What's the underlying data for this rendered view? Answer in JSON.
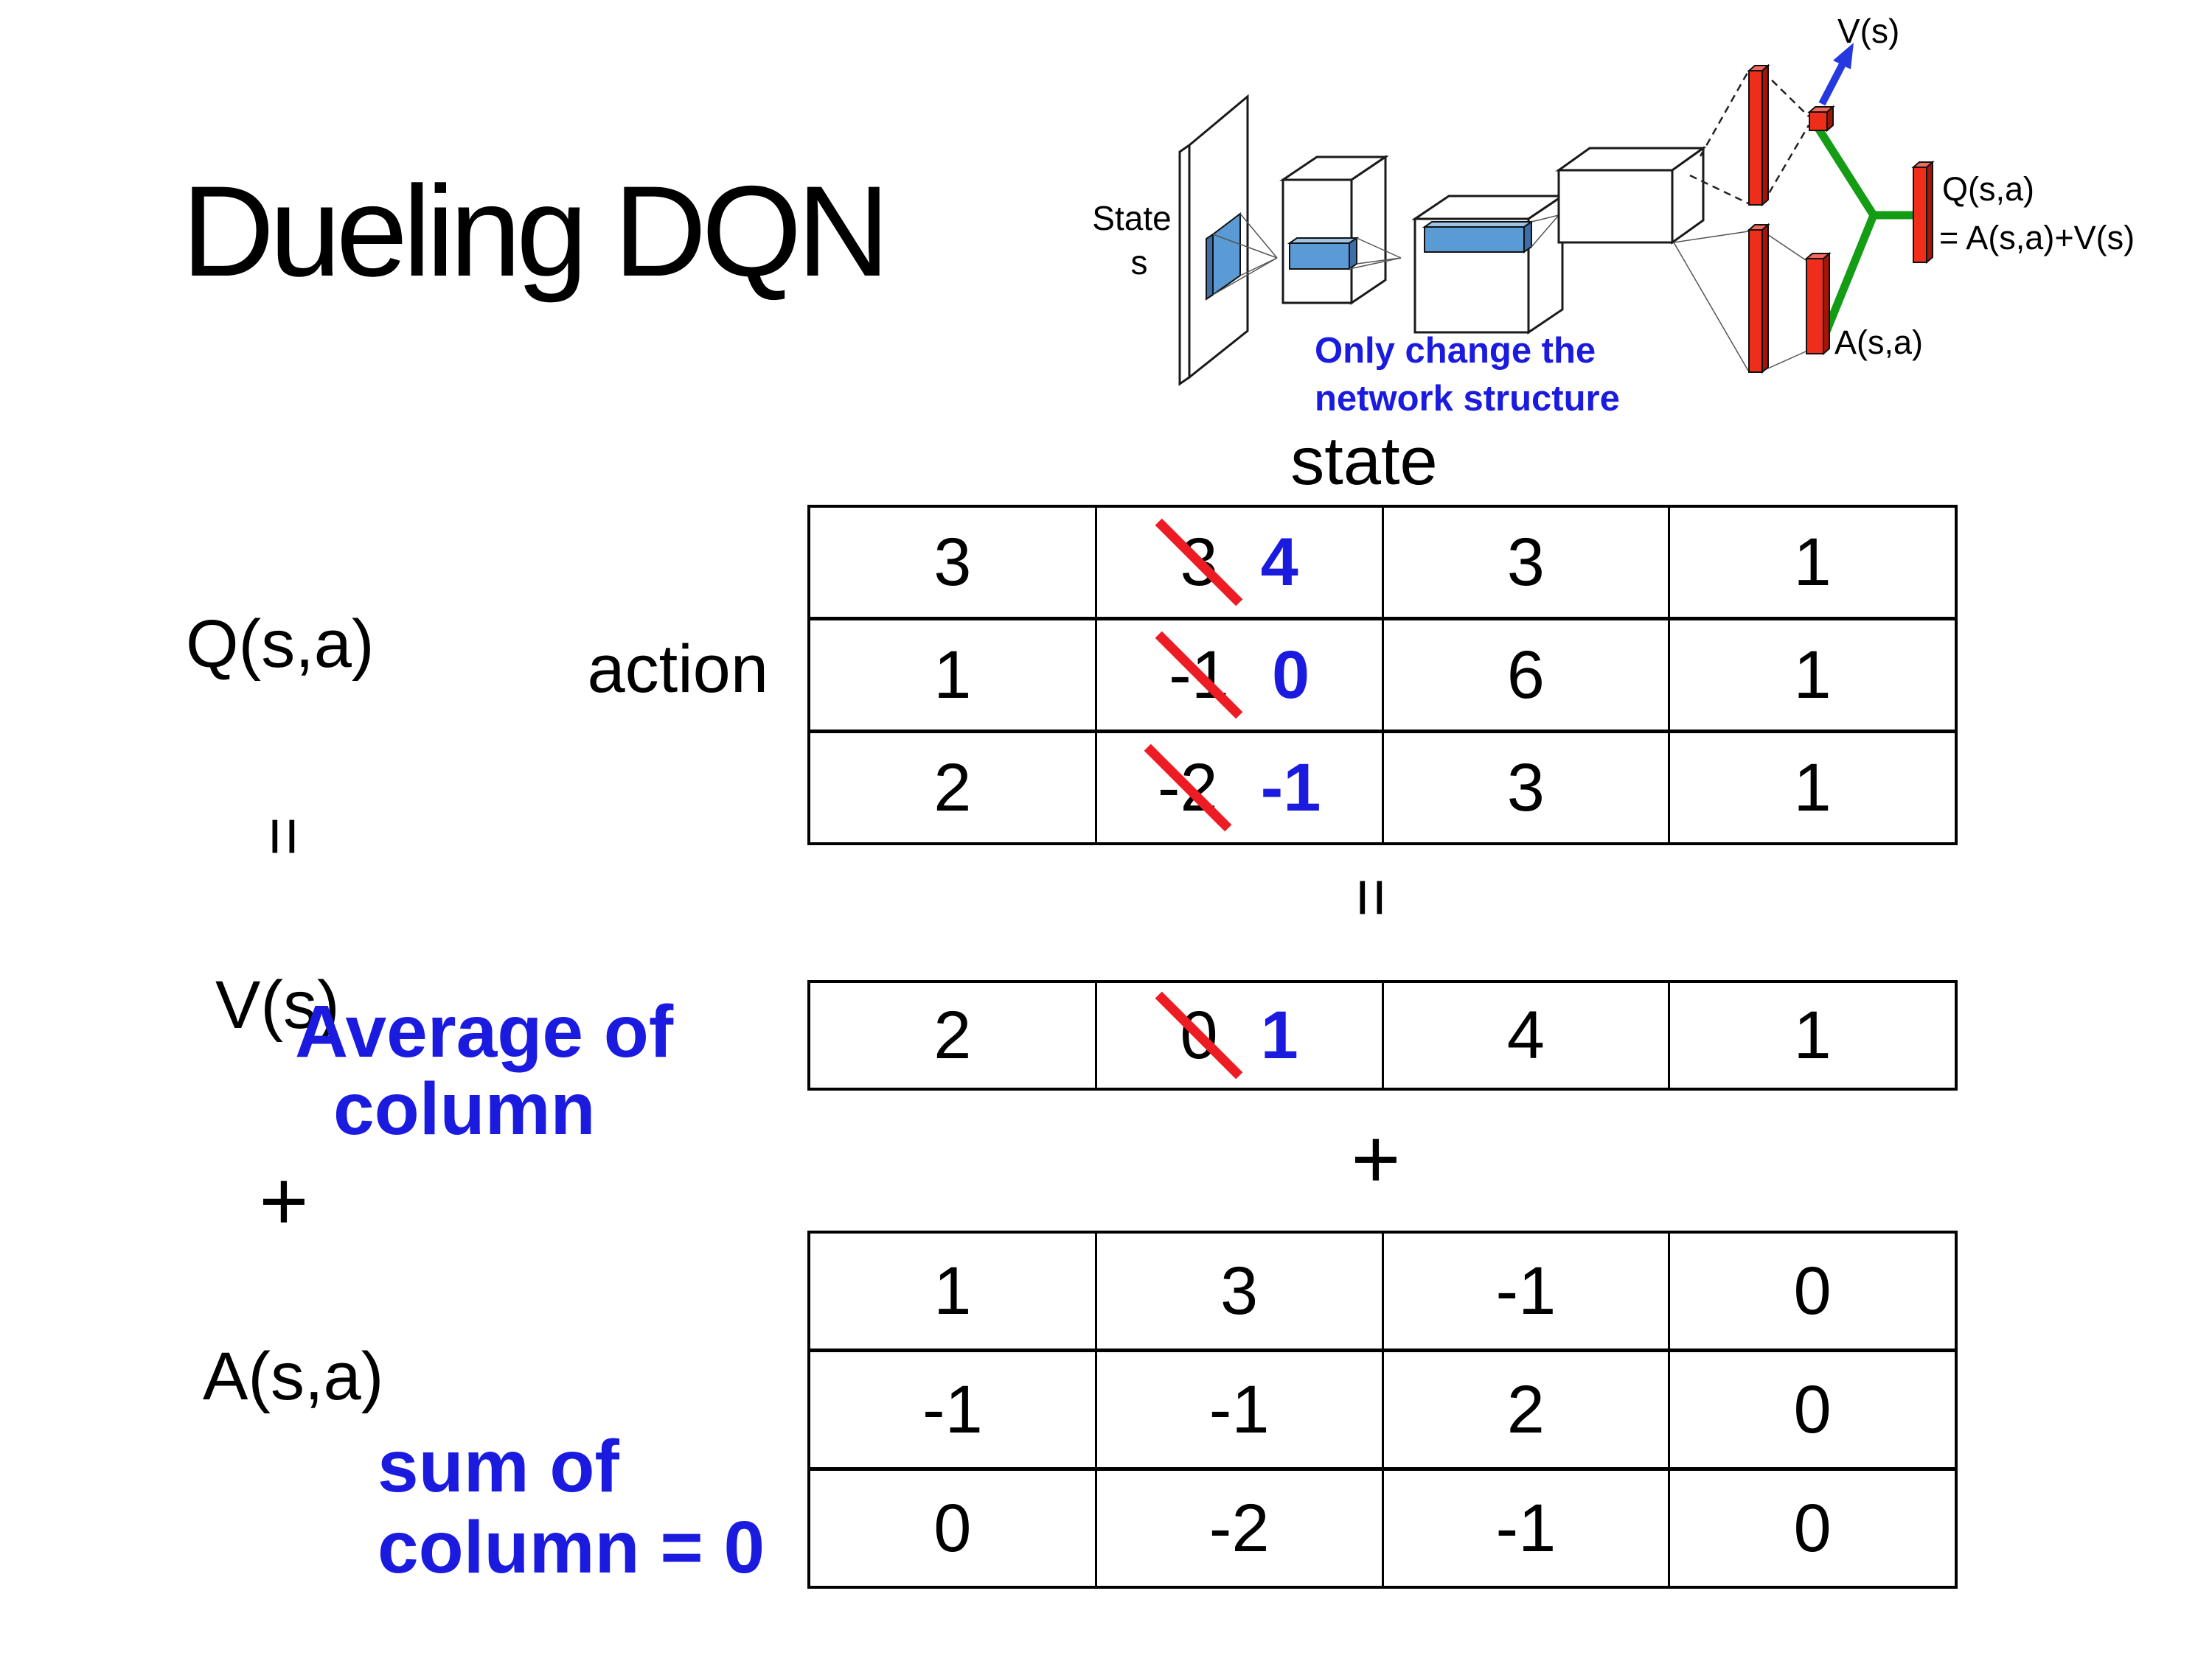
{
  "title": "Dueling DQN",
  "diagram": {
    "input_label_line1": "State",
    "input_label_line2": "s",
    "note_line1": "Only change the",
    "note_line2": "network structure",
    "v_label": "V(s)",
    "q_label_line1": "Q(s,a)",
    "q_label_line2": "= A(s,a)+V(s)",
    "a_label": "A(s,a)"
  },
  "matrix_section": {
    "state_label": "state",
    "action_label": "action",
    "q_label": "Q(s,a)",
    "v_label": "V(s)",
    "a_label": "A(s,a)",
    "equals_after_q": "=",
    "equals_below_table": "=",
    "plus_left": "+",
    "plus_between": "+",
    "avg_note_line1": "Average of",
    "avg_note_line2": "column",
    "sum_note_line1": "sum of",
    "sum_note_line2": "column = 0"
  },
  "q_table": {
    "rows": [
      [
        "3",
        {
          "old": "3",
          "new": "4"
        },
        "3",
        "1"
      ],
      [
        "1",
        {
          "old": "-1",
          "new": "0"
        },
        "6",
        "1"
      ],
      [
        "2",
        {
          "old": "-2",
          "new": "-1"
        },
        "3",
        "1"
      ]
    ]
  },
  "v_row": {
    "cells": [
      "2",
      {
        "old": "0",
        "new": "1"
      },
      "4",
      "1"
    ]
  },
  "a_table": {
    "rows": [
      [
        "1",
        "3",
        "-1",
        "0"
      ],
      [
        "-1",
        "-1",
        "2",
        "0"
      ],
      [
        "0",
        "-2",
        "-1",
        "0"
      ]
    ]
  },
  "colors": {
    "annotation_blue": "#1b1be0",
    "strike_red": "#ED1C24",
    "conv_feature_blue": "#5B9BD5",
    "fc_bar_red": "#EE2D1A",
    "merge_green": "#149C14",
    "value_arrow_blue": "#2638DF"
  }
}
